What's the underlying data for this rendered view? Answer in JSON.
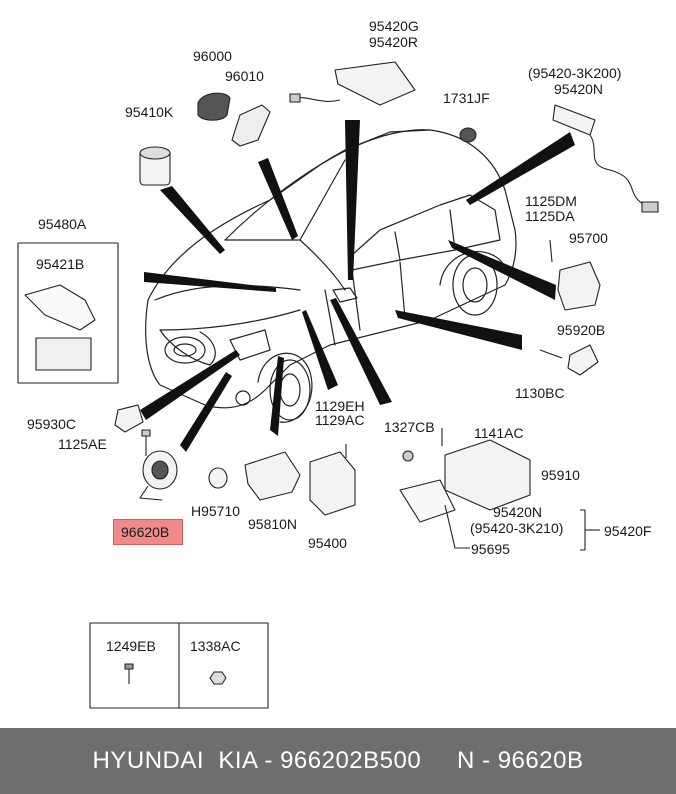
{
  "labels": {
    "p96000": "96000",
    "p96010": "96010",
    "p95420G": "95420G",
    "p95420R": "95420R",
    "p95420_3K200": "(95420-3K200)",
    "p95420N_top": "95420N",
    "p95410K": "95410K",
    "p1731JF": "1731JF",
    "p95480A": "95480A",
    "p95421B": "95421B",
    "p1125DM": "1125DM",
    "p1125DA": "1125DA",
    "p95700": "95700",
    "p95920B": "95920B",
    "p1130BC": "1130BC",
    "p95930C": "95930C",
    "p1125AE": "1125AE",
    "p1129EH": "1129EH",
    "p1129AC": "1129AC",
    "p1327CB": "1327CB",
    "p1141AC": "1141AC",
    "p95910": "95910",
    "p95420N_bottom": "95420N",
    "p95420_3K210": "(95420-3K210)",
    "p95420F": "95420F",
    "p95695": "95695",
    "pH95710": "H95710",
    "p95810N": "95810N",
    "p95400": "95400",
    "p96620B": "96620B",
    "p1249EB": "1249EB",
    "p1338AC": "1338AC"
  },
  "highlight_part": "96620B",
  "highlight_color": "#f08a8a",
  "footer": {
    "text": "HYUNDAI  KIA - 966202B500     N - 96620B",
    "background": "#6e6e6e",
    "color": "#ffffff"
  }
}
